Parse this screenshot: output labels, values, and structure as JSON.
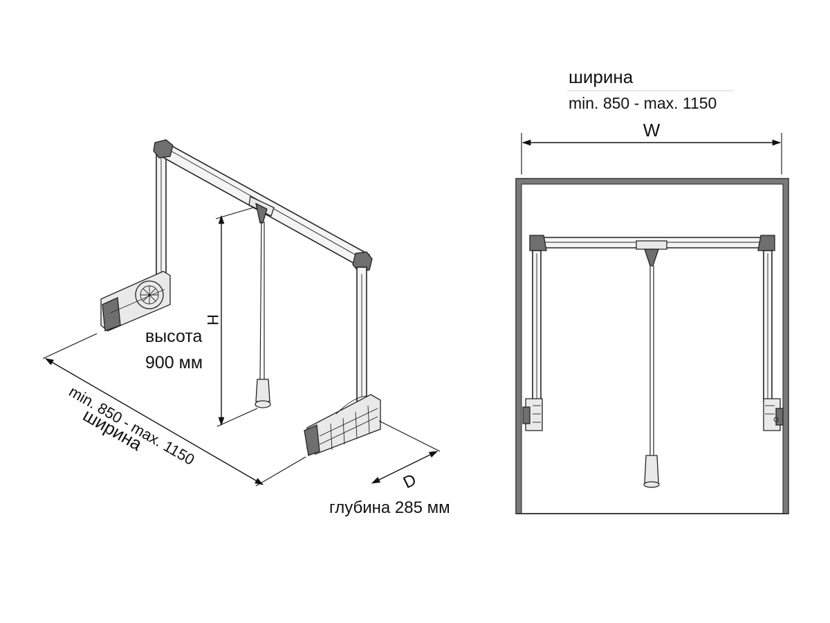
{
  "iso": {
    "height_letter": "H",
    "height_label": "высота",
    "height_value": "900 мм",
    "width_range": "min. 850 - max. 1150",
    "width_label": "ширина",
    "depth_letter": "D",
    "depth_label": "глубина 285 мм"
  },
  "front": {
    "width_label": "ширина",
    "width_range": "min. 850 - max. 1150",
    "width_letter": "W"
  }
}
